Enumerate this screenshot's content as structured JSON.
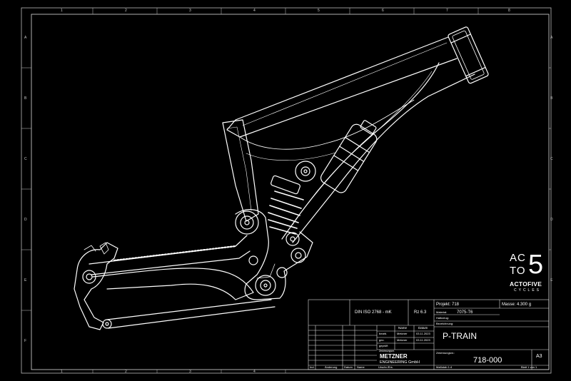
{
  "zones": {
    "columns": [
      "1",
      "2",
      "3",
      "4",
      "5",
      "6",
      "7",
      "8"
    ],
    "rows": [
      "A",
      "B",
      "C",
      "D",
      "E",
      "F"
    ]
  },
  "logo": {
    "ac": "AC",
    "to": "TO",
    "five": "5",
    "brand": "ACTOFIVE",
    "sub": "CYCLES"
  },
  "title_block": {
    "standard": "DIN ISO 2768 - mK",
    "surface": "Rz 6.3",
    "project": "Projekt: 718",
    "mass": "Masse: 4.300 g",
    "material_label": "Material:",
    "material": "7075-T6",
    "finish_label": "Halbzeug:",
    "designation_label": "Bezeichnung:",
    "designation": "P-TRAIN",
    "name_header": "Name",
    "date_header": "Datum",
    "rows": [
      {
        "role": "bearb.",
        "name": "Metzner",
        "date": "03.11.2023"
      },
      {
        "role": "gez.",
        "name": "Metzner",
        "date": "03.11.2023"
      },
      {
        "role": "geprüft",
        "name": "",
        "date": ""
      },
      {
        "role": "Zeichnungsnr.",
        "name": "",
        "date": ""
      }
    ],
    "company_1": "METZNER",
    "company_2": "ENGINEERING GmbH",
    "drawing_label": "Zeichnungsnr.:",
    "drawing_number": "718-000",
    "size": "A3",
    "footer": {
      "index": "Ind.",
      "change": "Änderung",
      "date": "Datum",
      "name": "Name",
      "origin": "Urschr./Ers.",
      "scale": "Maßstab 1:4",
      "sheet": "Blatt 1 von 1"
    }
  }
}
